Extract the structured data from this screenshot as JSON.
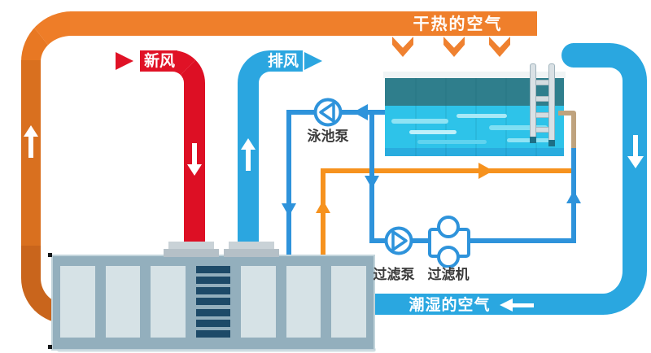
{
  "banners": {
    "hot_dry_air": "干热的空气",
    "moist_air": "潮湿的空气"
  },
  "pipes": {
    "fresh_air": {
      "label": "新风",
      "color": "#E01226"
    },
    "exhaust_air": {
      "label": "排风",
      "color": "#2BA6E0"
    },
    "hot_air_color": "#EE7D28",
    "moist_air_color": "#2AA7E0",
    "water_pipe_color": "#2E93DB",
    "heated_water_color": "#F6921E",
    "pool_inlet_color": "#BFA37E"
  },
  "equipment": {
    "pool_pump": {
      "label": "泳池泵"
    },
    "filter_pump": {
      "label": "过滤泵"
    },
    "filter_machine": {
      "label": "过滤机"
    },
    "air_handler": {
      "panel_count": 6,
      "coil_bar_count": 7
    }
  },
  "pool": {
    "wall_color": "#2F7E8C",
    "water_color": "#2EC3E9"
  }
}
